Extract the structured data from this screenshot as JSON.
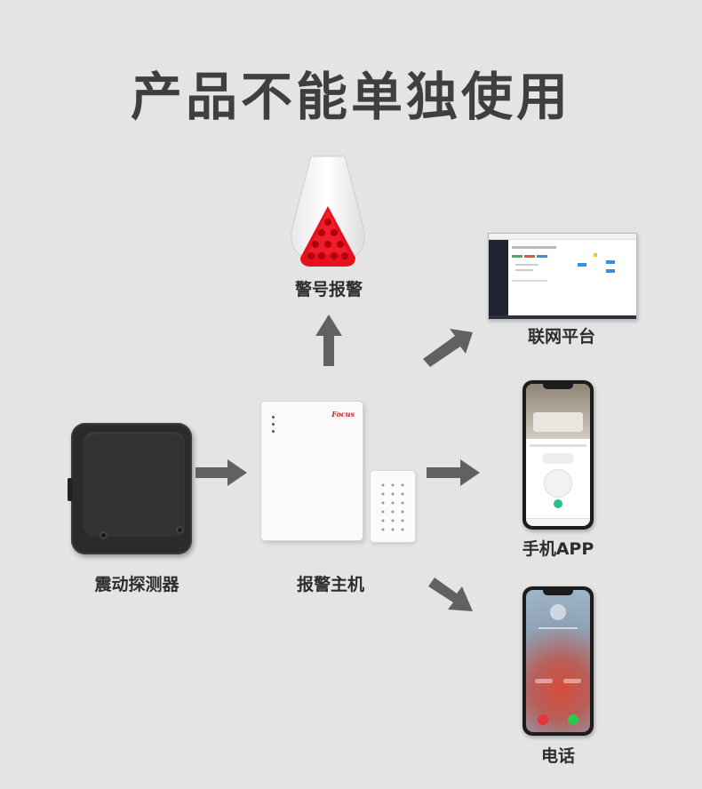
{
  "title": "产品不能单独使用",
  "siren": {
    "label": "警号报警"
  },
  "platform": {
    "label": "联网平台"
  },
  "app": {
    "label": "手机APP"
  },
  "phone": {
    "label": "电话"
  },
  "detector": {
    "label": "震动探测器"
  },
  "host": {
    "label": "报警主机",
    "brand": "Focus"
  },
  "colors": {
    "background": "#e4e4e4",
    "arrow": "#616161",
    "siren_red": "#e8101e",
    "call_green": "#2ec84d",
    "call_red": "#e4353a"
  }
}
